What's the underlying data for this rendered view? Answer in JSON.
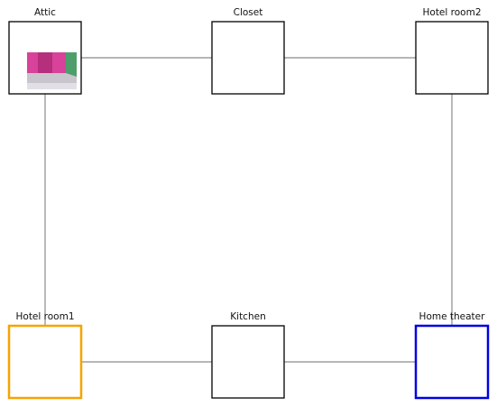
{
  "colors": {
    "edge": "#8a8a8a",
    "frame_default": "#000000",
    "frame_start": "#f5a300",
    "frame_goal": "#0000e0"
  },
  "nodes": [
    {
      "id": "attic",
      "label": "Attic",
      "image": "pink-attic-room-picture",
      "status": "default"
    },
    {
      "id": "closet",
      "label": "Closet",
      "image": "clothes-closet-picture",
      "status": "default"
    },
    {
      "id": "hotel-room2",
      "label": "Hotel room2",
      "image": "hotel-room-beds-picture",
      "status": "default"
    },
    {
      "id": "hotel-room1",
      "label": "Hotel room1",
      "image": "hotel-room-purple-bed-picture",
      "status": "start"
    },
    {
      "id": "kitchen",
      "label": "Kitchen",
      "image": "kitchen-picture",
      "status": "default"
    },
    {
      "id": "home-theater",
      "label": "Home theater",
      "image": "home-theater-picture",
      "status": "goal"
    }
  ],
  "edges": [
    [
      "attic",
      "closet"
    ],
    [
      "closet",
      "hotel-room2"
    ],
    [
      "attic",
      "hotel-room1"
    ],
    [
      "hotel-room2",
      "home-theater"
    ],
    [
      "hotel-room1",
      "kitchen"
    ],
    [
      "kitchen",
      "home-theater"
    ]
  ]
}
